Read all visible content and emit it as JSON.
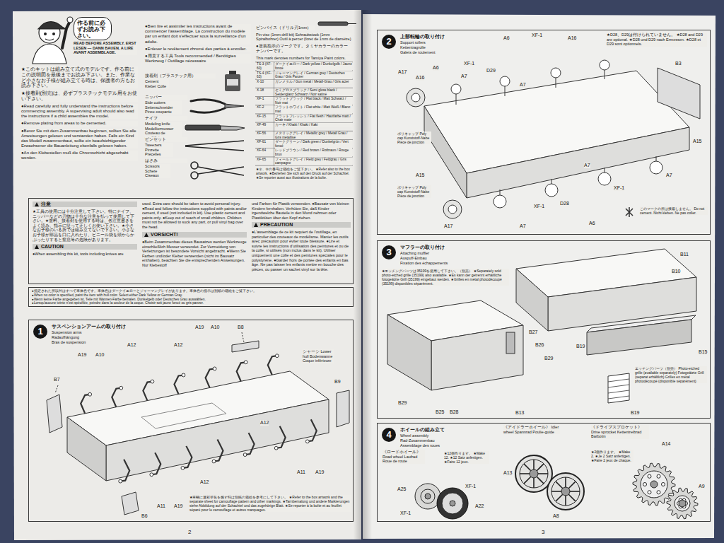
{
  "diagram": {
    "nodes": [
      {
        "text": [
          "作る前に必ずお読み下さい。"
        ]
      },
      {
        "text": [
          "注意",
          "★工具の使用には十分注意して下さい。特にナイフ、ニッパーなどの刃物は十分な注意を払って使用して下さい。★塗料、接着剤を使用する時は、各注意書きをよく読み、指示に従って正しくお使い下さい。★小さなお子様のいる所では組み立てないで下さい。小さなお子様が部品を口に入れたり、ビニール袋を頭からかぶったりすると窒息等の危険があります。",
          "CAUTION",
          "●When assembling this kit, tools including knives are",
          "used. Extra care should be taken to avoid personal injury. ●Read and follow the instructions supplied with paints and/or cement, if used (not included in kit). Use plastic cement and paints only. ●Keep out of reach of small children. Children must not be allowed to suck any part, or pull vinyl bag over the head.",
          "VORSICHT!",
          "●Beim Zusammenbau dieses Bausatzes werden Werkzeuge einschließlich Messer verwendet. Zur Vermeidung von Verletzungen ist besondere Vorsicht angebracht. ●Wenn Sie Farben und/oder Kleber verwenden (nicht im Bausatz enthalten), beachten Sie die entsprechenden Anweisungen. Nur Klebestoff",
          "und Farben für Plastik verwenden. ●Bausatz von kleinen Kindern fernhalten. Verhüten Sie, daß Kinder irgendwelche Bauteile in den Mund nehmen oder Plastiktüten über den Kopf ziehen.",
          "PRECAUTION",
          "●L'assemblage de ce kit requiert de l'outillage, en particulier des couteaux de modélisme. Manier les outils avec précaution pour éviter toute blessure. ●Lire et suivre les instructions d'utilisation des peintures et ou de la colle, si utilisés (non inclus dans le kit). Utiliser uniquement une colle et des peintures spéciales pour le polystyrène. ●Garder hors de portée des enfants en bas âge. Ne pas laisser les enfants mettre en bouche des pièces, ou passer un sachet vinyl sur la tête."
        ]
      },
      {
        "text": [
          "●指定された所以外はすべて車体色です。車体色はダークイエローとジャーマングレイがあります。車体色の指示は別紙の箱絵をご覧下さい。",
          "●When no color is specified, paint the item with hull color. Select either Dark Yellow or German Gray.",
          "●Wenn keine Farbe angegeben ist, Teile mit Wannen-Farbe bemalen. Dunkelgelb oder Deutsches Grau auswählen.",
          "●Lorsqu'aucune teinte n'est spécifiée, peindre dans la couleur de la coque. Choisir soit jaune foncé ou gris panzer."
        ]
      },
      {
        "text": [
          "サスペンションアームの取り付け",
          "Suspension arms",
          "Radaufhängung",
          "Bras de suspension"
        ]
      },
      {
        "text": [
          "1"
        ],
        "in": 3
      },
      {
        "text": [
          "上部転輪の取り付け",
          "Support rollers",
          "Kettentragrolle",
          "Galets de roulement"
        ]
      },
      {
        "text": [
          "2"
        ],
        "in": 5
      },
      {
        "text": [
          "マフラーの取り付け",
          "Attaching muffler",
          "Auspuff-Einbau",
          "Fixation des échappements"
        ]
      },
      {
        "text": [
          "3"
        ],
        "in": 7
      },
      {
        "text": [
          "ホイールの組み立て",
          "Wheel assembly",
          "Rad-Zusammenbau",
          "Assemblage des roues"
        ]
      },
      {
        "text": [
          "4"
        ],
        "in": 9
      }
    ],
    "labels": [
      "READ BEFORE ASSEMBLY. ERST LESEN — DANN BAUEN. A LIRE AVANT ASSEMBLAGE.",
      "★このキットは組み立て式のモデルです。作る前にこの説明図を最後までお読み下さい。また、作業など小さなお子様が組み立てる時は、保護者の方もお読み下さい。",
      "★接着剤(別売)は、必ずプラスチックモデル用をお使い下さい。",
      "●Read carefully and fully understand the instructions before commencing assembly. A supervising adult should also read the instructions if a child assembles the model.",
      "●Remove plating from areas to be cemented.",
      "●Bevor Sie mit dem Zusammenbau beginnen, sollten Sie alle Anweisungen gelesen und verstanden haben. Falls ein Kind das Modell zusammenbaut, sollte ein beaufsichtigender Erwachsener die Bauanleitung ebenfalls gelesen haben.",
      "●An den Klebestellen muß die Chromschicht abgeschabt werden.",
      "●Bien lire et assimiler les instructions avant de commencer l'assemblage. La construction du modèle par un enfant doit s'effectuer sous la surveillance d'un adulte.",
      "●Enlever le revêtement chromé des parties à encoller.",
      "●用意する工具 Tools recommended / Benötigtes Werkzeug / Outillage nécessaire",
      "接着剤（プラスチック用）",
      "Cement Kleber Colle",
      "ニッパー",
      "Side cutters Seitenschneider Pince coupante",
      "ナイフ",
      "Modeling knife Modelliermesser Couteau de modéliste",
      "ピンセット",
      "Tweezers Pinzette Précelles",
      "はさみ",
      "Scissors Schere Ciseaux",
      "ピンバイス（ドリル刃1mm）",
      "Pin vise (1mm drill bit) Schraubstock (1mm Spiralbohrer) Outil à percer (foret de 1mm de diamètre)",
      "●塗装指示のマークです。タミヤカラーのカラーナンバーです。",
      "This mark denotes numbers for Tamiya Paint colors.",
      "TS-3 (XF-60)",
      "ダークイエロー / Dark yellow / Dunkelgelb / Jaune foncé",
      "TS-4 (XF-63)",
      "ジャーマングレイ / German grey / Deutsches Grau / Gris Panzer",
      "X-10",
      "ガンメタル / Gun metal / Metall-Grau / Gris acier",
      "X-18",
      "セミグロスブラック / Semi gloss black / Seidenglanz Schwarz / Noir satiné",
      "XF-1",
      "フラットブラック / Flat black / Matt Schwarz / Noir mat",
      "XF-2",
      "フラットホワイト / Flat white / Matt Weiß / Blanc mat",
      "XF-15",
      "フラットフレッシュ / Flat flesh / Hautfarbe matt / Chair mate",
      "XF-49",
      "カーキ / Khaki / Khaki / Kaki",
      "XF-56",
      "メタリックグレイ / Metallic grey / Metall Grau / Gris métallisé",
      "XF-61",
      "ダークグリーン / Dark green / Dunkelgrün / Vert foncé",
      "XF-64",
      "レッドブラウン / Red brown / Rotbraun / Rouge brun",
      "XF-65",
      "フィールドグレイ / Field grey / Feldgrau / Gris campagne",
      "★②、⑩の番号は箱絵をご覧下さい。 ★Refer also to the box artwork. ★Beziehen Sie sich auf den Druck auf der Schachtel. ★Se reporter aussi aux illustrations de la boîte.",
      "シャーシ Lower hull Bodenwanne Coque inférieure",
      "A19",
      "A10",
      "A12",
      "A12",
      "A19",
      "A10",
      "B8",
      "B7",
      "B9",
      "A12",
      "A12",
      "A11",
      "A19",
      "A11",
      "A19",
      "B6",
      "★車輌に迷彩塗装を施す時は別紙の箱絵を参考にして下さい。 ★Refer to the box artwork and the separate sheet for camouflage pattern and other markings. ★Tarnbemalung und andere Markierungen siehe Abbildung auf der Schachtel und das zugehörige Blatt. ★Se reporter à la boîte et au feuillet séparé pour le camouflage et autres marquages.",
      "2",
      "★D28、D29は付けられていません。 ★D28 and D29 are optional. ★D28 und D29 nach Ermessen. ★D28 et D29 sont optionnels.",
      "A6",
      "XF-1",
      "A16",
      "XF-1",
      "A6",
      "A7",
      "D29",
      "A7",
      "A17",
      "A16",
      "B3",
      "ポリキャップ Poly cap Kunststoff-Nabe Pièce de jonction",
      "A15",
      "A15",
      "A7",
      "A7",
      "D28",
      "XF-1",
      "ポリキャップ Poly cap Kunststoff-Nabe Pièce de jonction",
      "XF-1",
      "A17",
      "A7",
      "A6",
      "このマークの所は接着しません。 Do not cement. Nicht kleben. Ne pas coller.",
      "★エッチングパーツは35199を使用して下さい。（別売） ★Separately sold photo-etched grille (35199) also available. ★Es kann der getrennt erhältliche fotogeätzte Grill (35199) eingebaut werden. ★Grilles en métal photodécoupé (35199) disponibles séparément.",
      "B11",
      "B10",
      "B27",
      "B26",
      "B29",
      "B19",
      "B15",
      "B29",
      "B25",
      "B28",
      "B13",
      "エッチングパーツ（別売） Photo-etched grille (available separately) Fotogeätzte Grill (separat erhältlich) Grilles en métal photodécoupé (disponible séparément)",
      "B19",
      "《ロードホイール》 Road wheel Laufrad Roue de route",
      "★12個作ります。 ★Make 12. ★12 Satz anfertigen. ★Faire 12 jeux.",
      "A25",
      "XF-1",
      "XF-1",
      "A22",
      "《アイドラーホイール》 Idler wheel Spannrad Poulie-guide",
      "A13",
      "A8",
      "《ドライブスプロケット》 Drive sprocket Kettentreibrad Barbotin",
      "★2個作ります。 ★Make 2. ★Je 2 Satz anfertigen. ★Faire 2 jeux de chaque.",
      "A14",
      "A9",
      "3"
    ]
  }
}
